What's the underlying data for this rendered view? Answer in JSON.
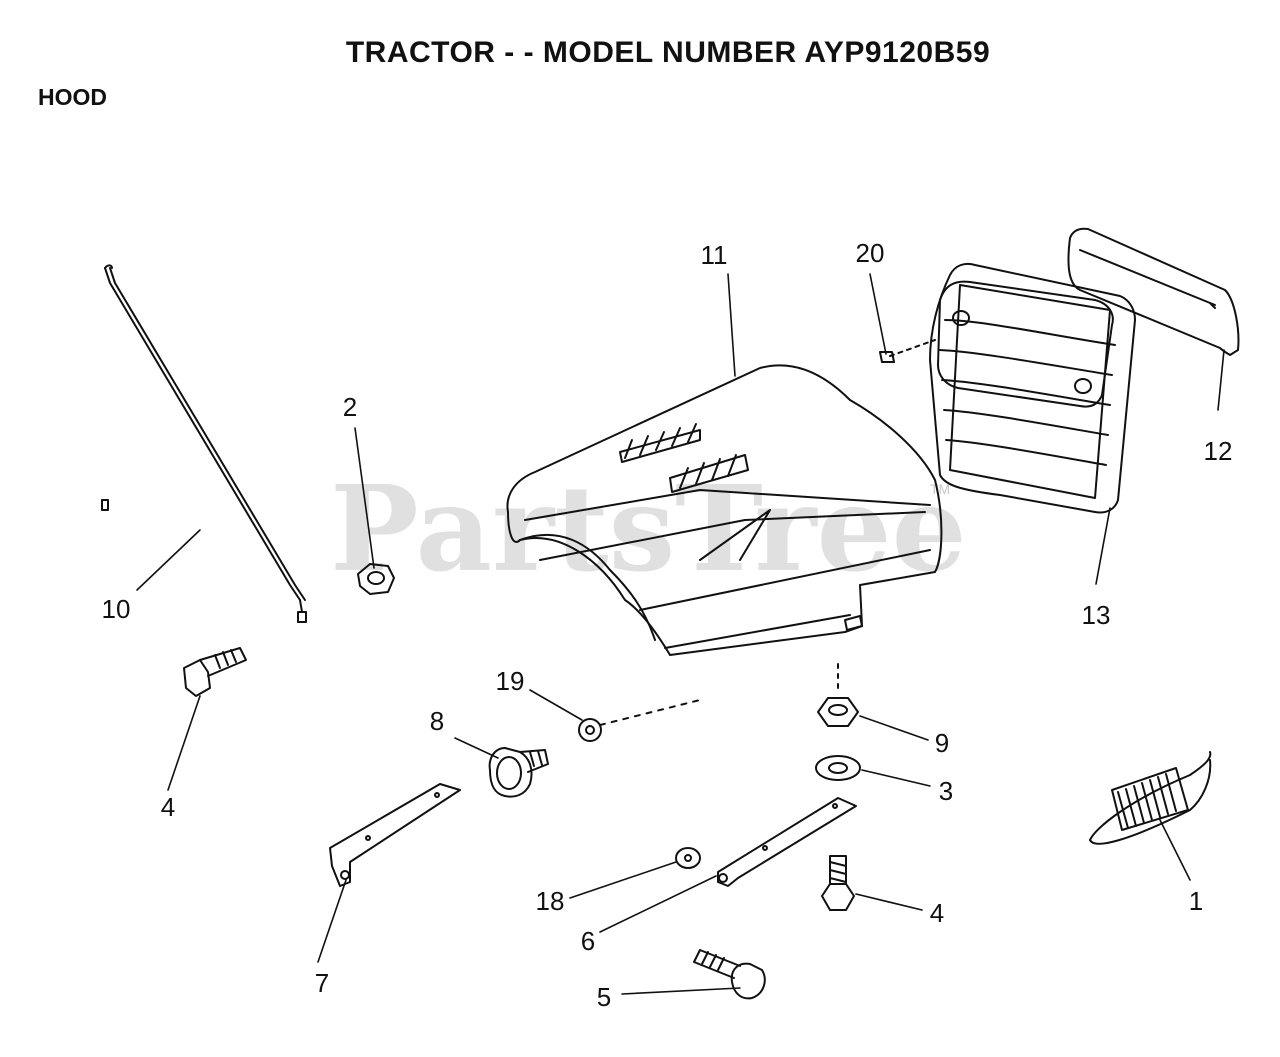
{
  "header": {
    "title": "TRACTOR - - MODEL NUMBER AYP9120B59",
    "section": "HOOD"
  },
  "watermark": {
    "text": "PartsTree",
    "tm": "TM"
  },
  "callouts": {
    "c1": "1",
    "c2": "2",
    "c3": "3",
    "c4a": "4",
    "c4b": "4",
    "c5": "5",
    "c6": "6",
    "c7": "7",
    "c8": "8",
    "c9": "9",
    "c10": "10",
    "c11": "11",
    "c12": "12",
    "c13": "13",
    "c18": "18",
    "c19": "19",
    "c20": "20"
  },
  "colors": {
    "ink": "#111111",
    "watermark": "#c8c8c8",
    "background": "#ffffff"
  }
}
